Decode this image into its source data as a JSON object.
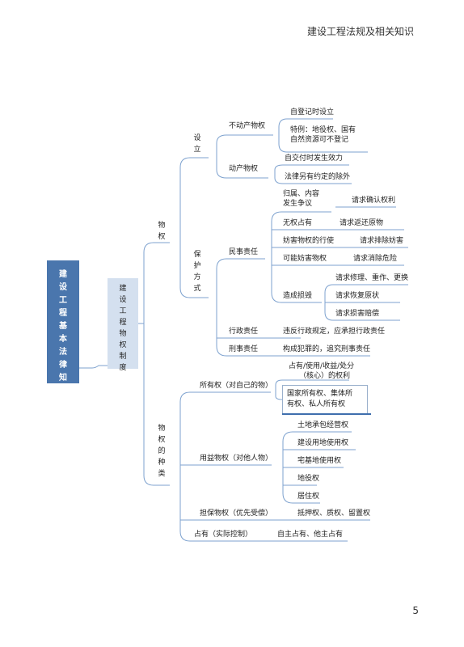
{
  "header": {
    "title": "建设工程法规及相关知识"
  },
  "page_number": "5",
  "root": "建设工程基本法律知识",
  "sub": "建设工程物权制度",
  "wuquan": "物权",
  "sheli": {
    "label": "设立",
    "budongchan": {
      "label": "不动产物权",
      "item1": "自登记时设立",
      "special": [
        "特例：地役权、国有",
        "自然资源可不登记"
      ]
    },
    "dongchan": {
      "label": "动产物权",
      "item1": "自交付时发生效力",
      "item2": "法律另有约定的除外"
    }
  },
  "baohu": {
    "label": "保护方式",
    "minshi": {
      "label": "民事责任",
      "rows": [
        {
          "cond": [
            "归属、内容",
            "发生争议"
          ],
          "remedy": "请求确认权利"
        },
        {
          "cond": [
            "无权占有"
          ],
          "remedy": "请求返还原物"
        },
        {
          "cond": [
            "妨害物权的行使"
          ],
          "remedy": "请求排除妨害"
        },
        {
          "cond": [
            "可能妨害物权"
          ],
          "remedy": "请求消除危险"
        }
      ],
      "zaocheng": {
        "label": "造成损毁",
        "items": [
          "请求修理、重作、更换",
          "请求恢复原状",
          "请求损害赔偿"
        ]
      }
    },
    "xingzheng": {
      "label": "行政责任",
      "text": "违反行政规定，应承担行政责任"
    },
    "xingshi": {
      "label": "刑事责任",
      "text": "构成犯罪的，追究刑事责任"
    }
  },
  "zhonglei": {
    "label": "物权的种类",
    "suoyou": {
      "label": "所有权（对自己的物）",
      "core": [
        "占有/使用/收益/处分",
        "（核心）的权利"
      ],
      "types": [
        "国家所有权、集体所",
        "有权、私人所有权"
      ]
    },
    "yongyi": {
      "label": "用益物权（对他人物）",
      "items": [
        "土地承包经营权",
        "建设用地使用权",
        "宅基地使用权",
        "地役权",
        "居住权"
      ]
    },
    "danbao": {
      "label": "担保物权（优先受偿）",
      "text": "抵押权、质权、留置权"
    },
    "zhanyou": {
      "label": "占有（实际控制）",
      "text": "自主占有、他主占有"
    }
  }
}
